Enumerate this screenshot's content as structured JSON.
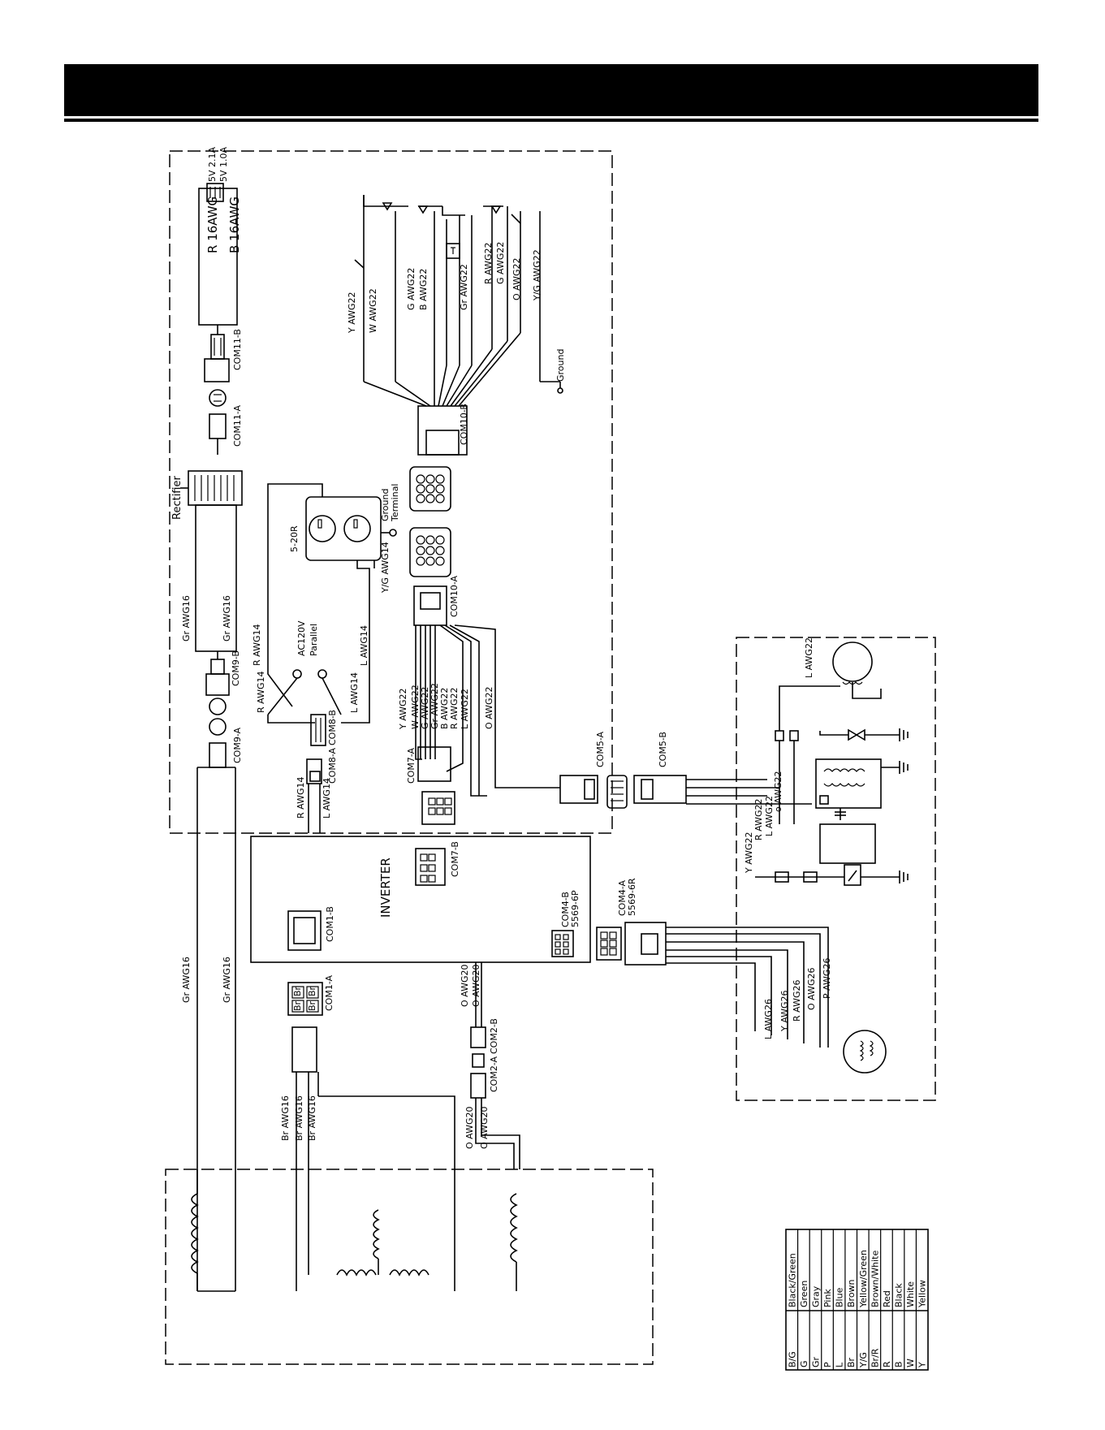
{
  "wire_labels": {
    "usb_r": "R 16AWG",
    "usb_b": "B 16AWG",
    "usb_rating_1": "5V 2.1A",
    "usb_rating_2": "5V 1.0A",
    "com11b": "COM11-B",
    "com11a": "COM11-A",
    "rectifier": "Rectifier",
    "gr_awg16_a": "Gr AWG16",
    "gr_awg16_b": "Gr AWG16",
    "com9b": "COM9-B",
    "com9a": "COM9-A",
    "r_awg14_top": "R AWG14",
    "r_awg14_mid": "R AWG14",
    "ac120v": "AC120V",
    "parallel": "Parallel",
    "l_awg14_top": "L AWG14",
    "l_awg14_mid": "L AWG14",
    "s20r": "5-20R",
    "yg_awg14": "Y/G AWG14",
    "ground_terminal_1": "Ground",
    "ground_terminal_2": "Terminal",
    "com8b": "COM8-B",
    "com8a": "COM8-A",
    "r_awg14_bot": "R AWG14",
    "l_awg14_bot": "L AWG14",
    "y_awg22_top": "Y AWG22",
    "w_awg22_top": "W AWG22",
    "g_awg22_top": "G AWG22",
    "b_awg22_top": "B AWG22",
    "gr_awg22_top": "Gr AWG22",
    "r_awg22_top": "R AWG22",
    "g_awg22_top2": "G AWG22",
    "o_awg22_top": "O AWG22",
    "yg_awg22_top": "Y/G AWG22",
    "ground": "Ground",
    "com10b": "COM10-B",
    "com10a": "COM10-A",
    "y_awg22_mid": "Y AWG22",
    "w_awg22_mid": "W AWG22",
    "g_awg22_mid": "G AWG22",
    "gr_awg22_mid": "Gr AWG22",
    "b_awg22_mid": "B AWG22",
    "r_awg22_mid": "R AWG22",
    "l_awg22_mid": "L AWG22",
    "o_awg22_mid": "O AWG22",
    "com7a": "COM7-A",
    "com7b": "COM7-B",
    "com5a": "COM5-A",
    "com5b": "COM5-B",
    "inverter": "INVERTER",
    "com1b": "COM1-B",
    "com1a": "COM1-A",
    "com4b": "COM4-B",
    "com4b_type": "5569-6P",
    "com4a": "COM4-A",
    "com4a_type": "5569-6R",
    "l_awg22_motor": "L AWG22",
    "r_awg22_r": "R AWG22",
    "l_awg22_r": "L AWG22",
    "o_awg22_r": "o AWG22",
    "y_awg22_r": "Y AWG22",
    "l_awg26": "L AWG26",
    "y_awg26": "Y AWG26",
    "r_awg26": "R AWG26",
    "o_awg26": "O AWG26",
    "p_awg26": "P AWG26",
    "gr_awg16_l1": "Gr AWG16",
    "gr_awg16_l2": "Gr AWG16",
    "br_awg16_1": "Br AWG16",
    "br_awg16_2": "Br AWG16",
    "br_awg16_3": "Br AWG16",
    "o_awg20_1": "O AWG20",
    "o_awg20_2": "O AWG20",
    "o_awg20_3": "O AWG20",
    "o_awg20_4": "O AWG20",
    "com2b": "COM2-B",
    "com2a": "COM2-A",
    "br_pin_1": "Br",
    "br_pin_2": "Br",
    "br_pin_3": "Br",
    "br_pin_4": "Br"
  },
  "color_legend": [
    {
      "code": "B/G",
      "name": "Black/Green"
    },
    {
      "code": "G",
      "name": "Green"
    },
    {
      "code": "Gr",
      "name": "Gray"
    },
    {
      "code": "P",
      "name": "Pink"
    },
    {
      "code": "L",
      "name": "Blue"
    },
    {
      "code": "Br",
      "name": "Brown"
    },
    {
      "code": "Y/G",
      "name": "Yellow/Green"
    },
    {
      "code": "Br/R",
      "name": "Brown/White"
    },
    {
      "code": "R",
      "name": "Red"
    },
    {
      "code": "B",
      "name": "Black"
    },
    {
      "code": "W",
      "name": "White"
    },
    {
      "code": "Y",
      "name": "Yellow"
    }
  ]
}
